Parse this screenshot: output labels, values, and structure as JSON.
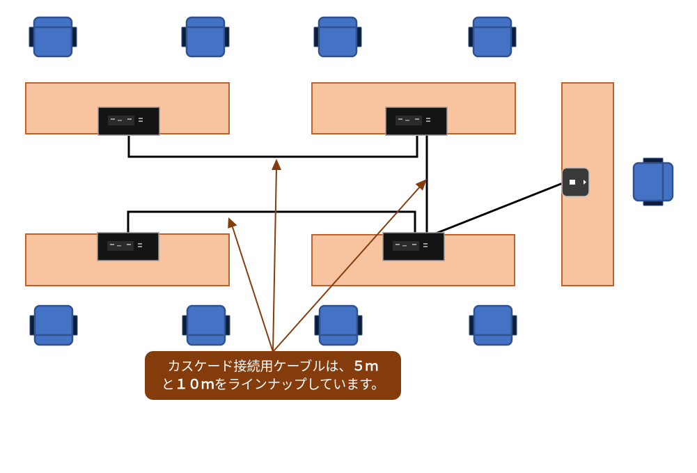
{
  "callout": {
    "line1_text": "カスケード接続用ケーブルは、",
    "line1_value": "５ｍ",
    "line2_prefix": "と",
    "line2_value": "１０ｍ",
    "line2_suffix": "をラインナップしています。"
  },
  "colors": {
    "desk_fill": "#f8c4a0",
    "desk_border": "#c0602a",
    "chair": "#4472c4",
    "callout_bg": "#843c0c",
    "arrow": "#843c0c",
    "cable": "#000000"
  },
  "icons": [
    "chair-icon",
    "hub-device-icon",
    "wall-connector-icon"
  ]
}
